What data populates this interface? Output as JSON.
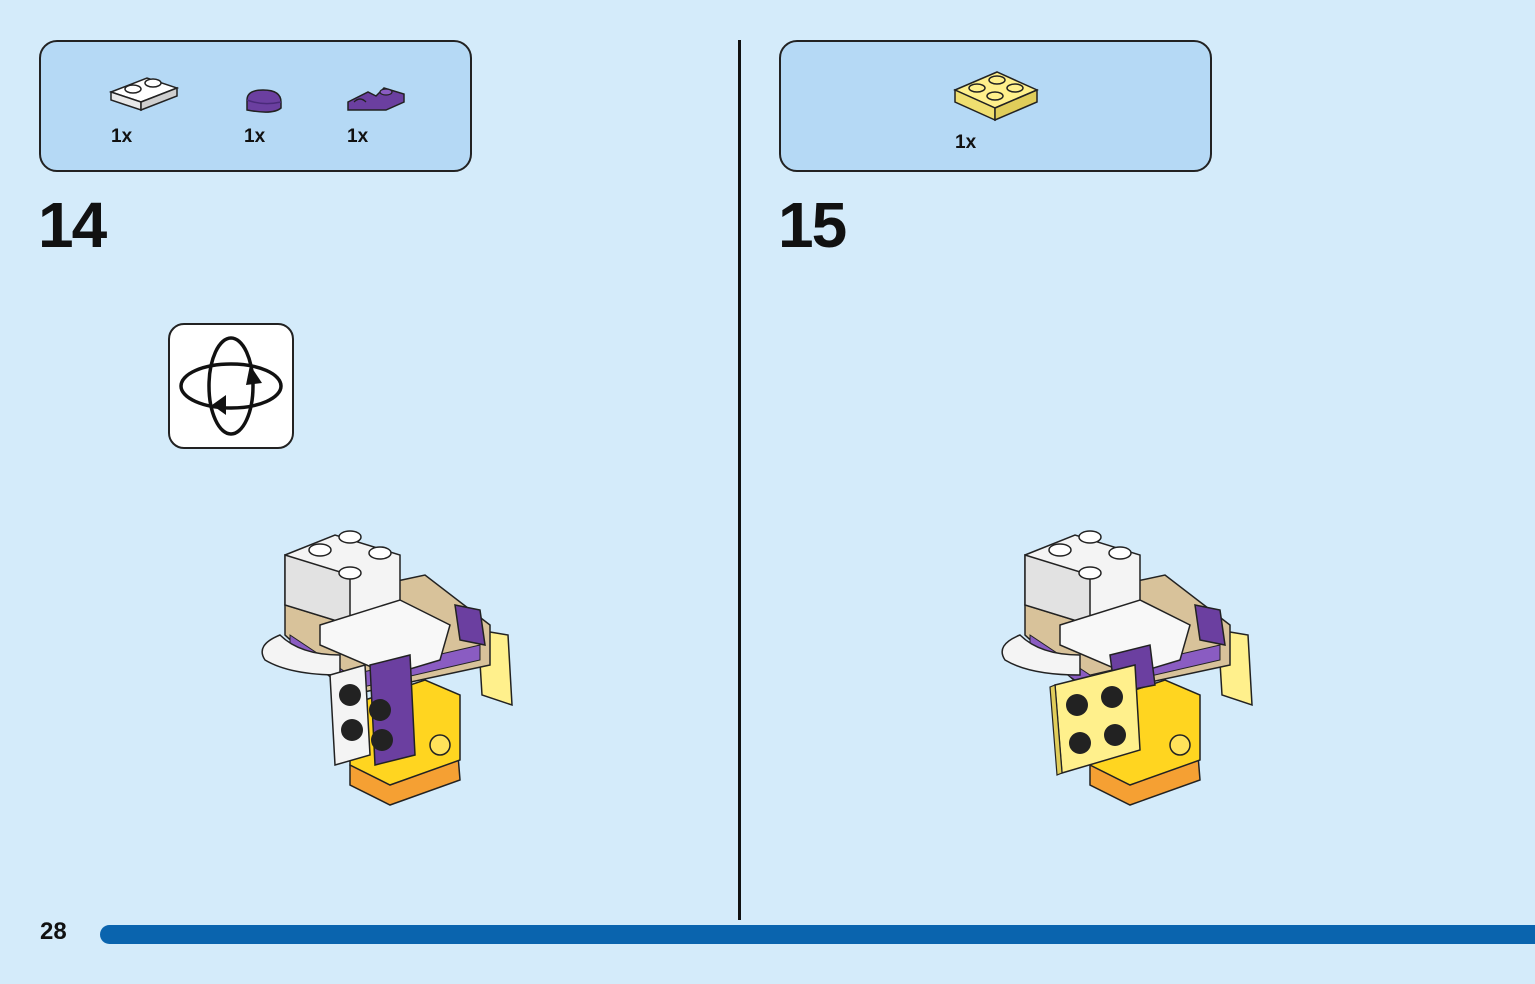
{
  "page_number": "28",
  "steps": [
    {
      "number": "14",
      "parts": [
        {
          "icon": "white-plate-1x2-icon",
          "qty": "1x"
        },
        {
          "icon": "purple-round-tile-icon",
          "qty": "1x"
        },
        {
          "icon": "purple-clip-plate-icon",
          "qty": "1x"
        }
      ],
      "rotate_icon": "rotate-model-icon"
    },
    {
      "number": "15",
      "parts": [
        {
          "icon": "yellow-plate-2x2-icon",
          "qty": "1x"
        }
      ]
    }
  ],
  "colors": {
    "background": "#d4ebfa",
    "parts_box": "#b5d9f5",
    "progress_bar": "#0a64ae",
    "yellow": "#ffd520",
    "light_yellow": "#fff08c",
    "purple": "#6b3fa0",
    "tan": "#d8c29a",
    "orange": "#f5a033"
  }
}
